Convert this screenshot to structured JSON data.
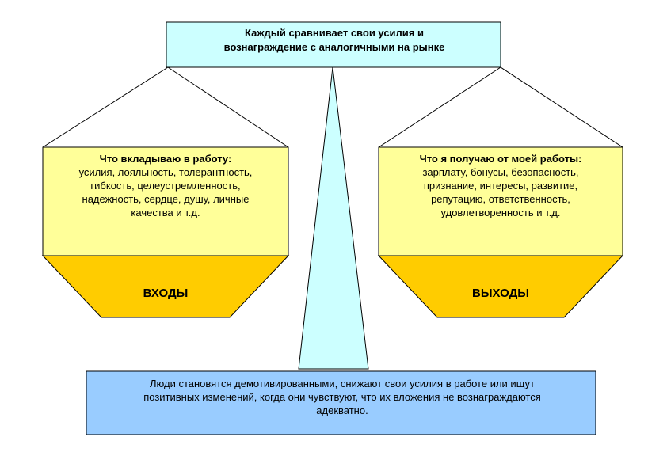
{
  "top_box": {
    "lines": [
      "Каждый сравнивает свои усилия и",
      "вознаграждение с аналогичными на рынке"
    ]
  },
  "left_pan": {
    "title": "Что вкладываю в работу:",
    "lines": [
      "усилия, лояльность, толерантность,",
      "гибкость, целеустремленность,",
      "надежность, сердце, душу, личные",
      "качества и т.д."
    ],
    "label": "ВХОДЫ"
  },
  "right_pan": {
    "title": "Что я получаю от моей работы:",
    "lines": [
      "зарплату, бонусы, безопасность,",
      "признание, интересы, развитие,",
      "репутацию, ответственность,",
      "удовлетворенность и т.д."
    ],
    "label": "ВЫХОДЫ"
  },
  "bottom_box": {
    "lines": [
      "Люди становятся демотивированными, снижают свои усилия в работе или ищут",
      "позитивных изменений, когда они чувствуют, что их вложения не вознаграждаются",
      "адекватно."
    ]
  },
  "colors": {
    "top_box_fill": "#ccffff",
    "pillar_fill": "#ccffff",
    "pan_fill": "#ffff99",
    "bowl_fill": "#ffcc00",
    "bottom_box_fill": "#99ccff",
    "stroke": "#000000"
  }
}
